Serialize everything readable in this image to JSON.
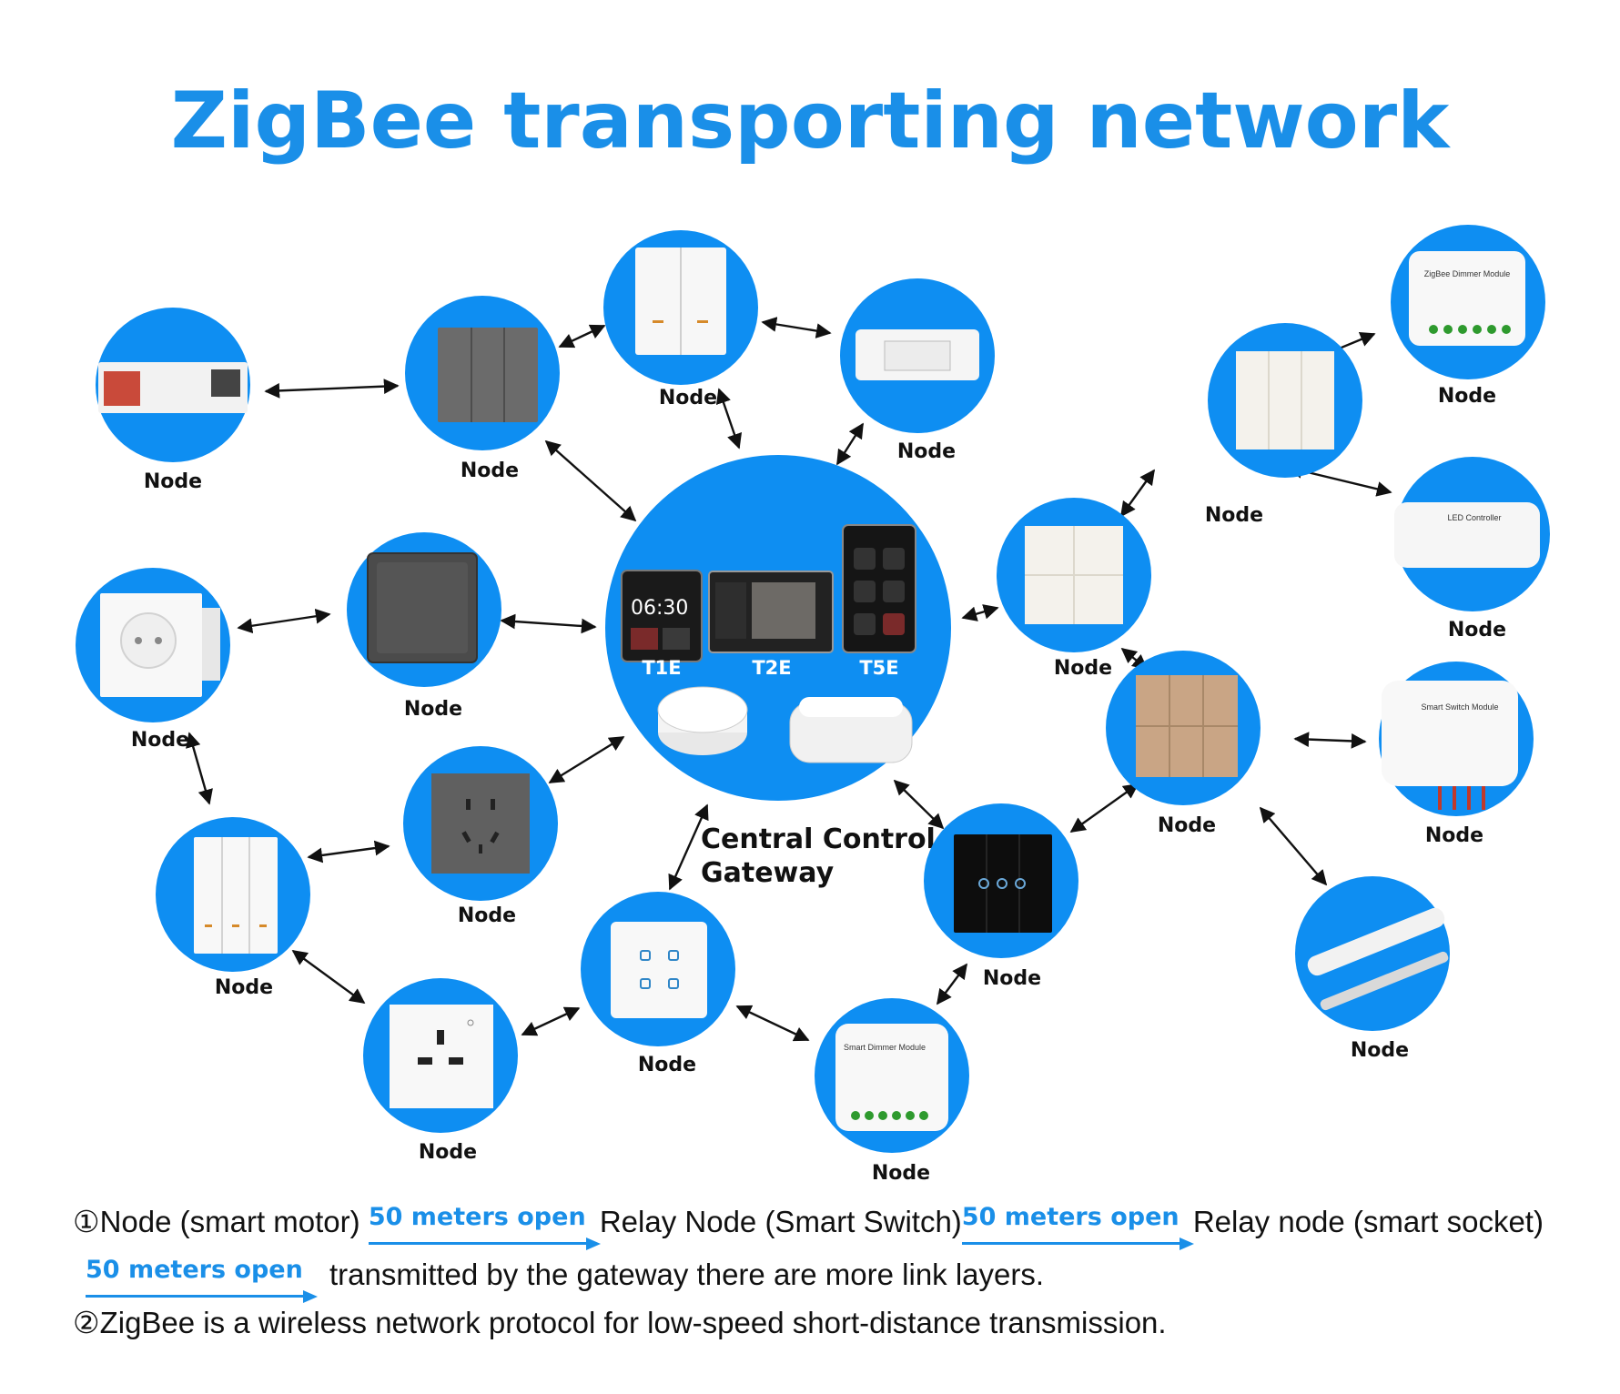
{
  "title": "ZigBee transporting network",
  "colors": {
    "accent": "#0e8ef2",
    "title": "#1a8fe8"
  },
  "gateway": {
    "label_line1": "Central Control",
    "label_line2": "Gateway",
    "screen_time": "06:30",
    "panels": [
      "T1E",
      "T2E",
      "T5E"
    ]
  },
  "node_label": "Node",
  "notes": {
    "line1_start": "①Node (smart motor)",
    "open_label": "50 meters open",
    "line1_mid": "Relay Node (Smart Switch)",
    "line1_end": "Relay node (smart socket)",
    "line2_end": "transmitted by the gateway there are more link layers.",
    "line3": "②ZigBee is a wireless network protocol for low-speed short-distance transmission."
  },
  "device_texts": {
    "dimmer_top": "ZigBee Dimmer Module",
    "led": "LED Controller",
    "switch_module": "Smart Switch Module",
    "smart_dimmer": "Smart Dimmer Module"
  }
}
